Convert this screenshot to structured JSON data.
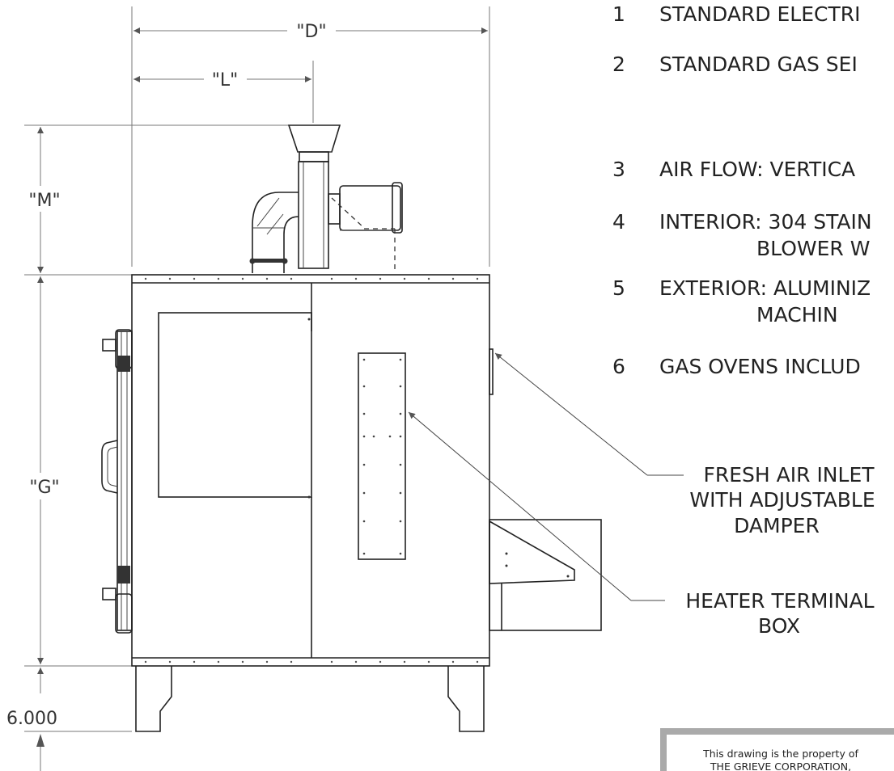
{
  "dimensions": {
    "d": "\"D\"",
    "l": "\"L\"",
    "m": "\"M\"",
    "g": "\"G\"",
    "leg_height": "6.000"
  },
  "notes": [
    {
      "number": "1",
      "text": "STANDARD ELECTRI",
      "text2": ""
    },
    {
      "number": "2",
      "text": "STANDARD GAS SEI",
      "text2": ""
    },
    {
      "number": "3",
      "text": "AIR FLOW: VERTICA",
      "text2": ""
    },
    {
      "number": "4",
      "text": "INTERIOR: 304 STAIN",
      "text2": "BLOWER W"
    },
    {
      "number": "5",
      "text": "EXTERIOR: ALUMINIZ",
      "text2": "MACHIN"
    },
    {
      "number": "6",
      "text": "GAS OVENS INCLUD",
      "text2": ""
    }
  ],
  "callouts": {
    "fresh_air": [
      "FRESH AIR INLET",
      "WITH ADJUSTABLE",
      "DAMPER"
    ],
    "heater_box": [
      "HEATER TERMINAL",
      "BOX"
    ]
  },
  "property_notice": [
    "This drawing is the property of",
    "THE GRIEVE CORPORATION,"
  ]
}
